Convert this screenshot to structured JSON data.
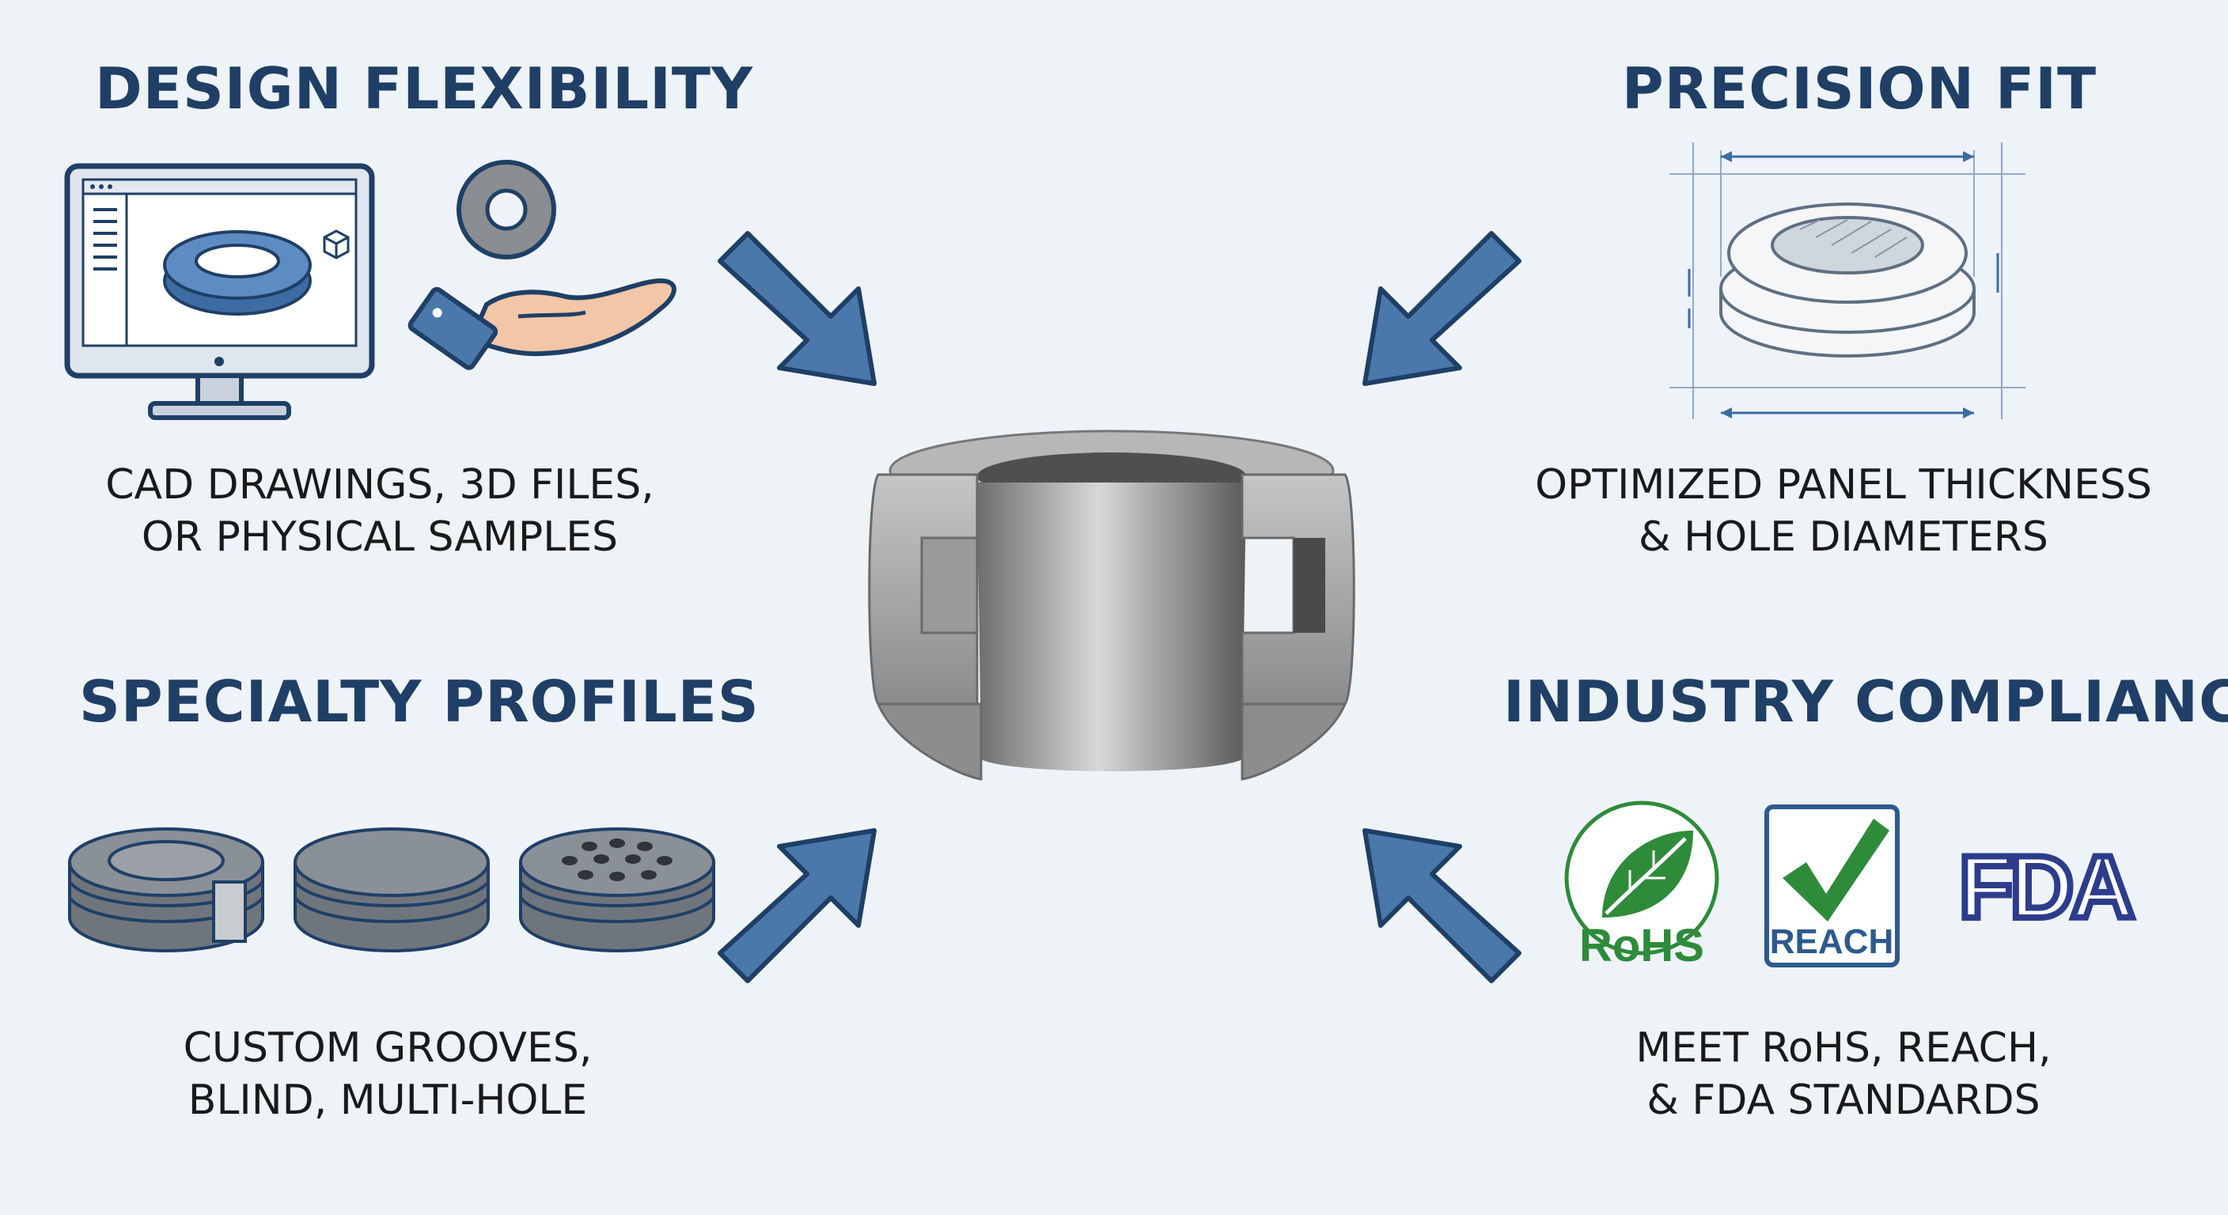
{
  "sections": {
    "design": {
      "title": "DESIGN FLEXIBILITY",
      "caption_line1": "CAD DRAWINGS, 3D FILES,",
      "caption_line2": "OR PHYSICAL SAMPLES"
    },
    "precision": {
      "title": "PRECISION FIT",
      "caption_line1": "OPTIMIZED PANEL THICKNESS",
      "caption_line2": "& HOLE DIAMETERS"
    },
    "specialty": {
      "title": "SPECIALTY PROFILES",
      "caption_line1": "CUSTOM GROOVES,",
      "caption_line2": "BLIND, MULTI-HOLE"
    },
    "compliance": {
      "title": "INDUSTRY COMPLIANCE",
      "caption_line1": "MEET RoHS, REACH,",
      "caption_line2": "& FDA STANDARDS"
    }
  },
  "logos": {
    "rohs": "RoHS",
    "reach": "REACH",
    "fda": "FDA"
  },
  "icons": [
    "computer-monitor-icon",
    "hand-holding-ring-icon",
    "cube-icon",
    "dimension-drawing-icon",
    "arrow-icon",
    "leaf-icon",
    "checkmark-icon"
  ],
  "colors": {
    "background": "#eef3f8",
    "title": "#1f3f66",
    "arrow": "#4a78aa",
    "arrow_outline": "#1f3f66",
    "grommet": "#9a9a9a",
    "rohs_green": "#2e8b3a",
    "fda_blue": "#2d3d8c"
  }
}
